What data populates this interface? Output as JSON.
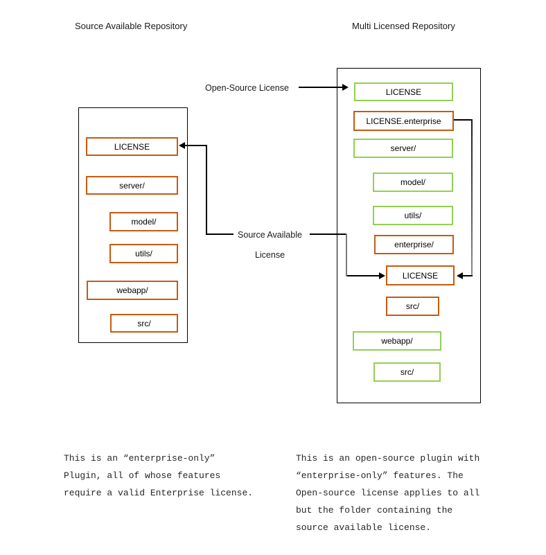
{
  "diagram": {
    "left_repo": {
      "title": "Source Available Repository",
      "items": [
        {
          "label": "LICENSE",
          "color": "orange"
        },
        {
          "label": "server/",
          "color": "orange"
        },
        {
          "label": "model/",
          "color": "orange"
        },
        {
          "label": "utils/",
          "color": "orange"
        },
        {
          "label": "webapp/",
          "color": "orange"
        },
        {
          "label": "src/",
          "color": "orange"
        }
      ],
      "note": "This is an “enterprise-only”\nPlugin, all of whose features\nrequire a valid Enterprise license."
    },
    "right_repo": {
      "title": "Multi Licensed Repository",
      "items": [
        {
          "label": "LICENSE",
          "color": "green"
        },
        {
          "label": "LICENSE.enterprise",
          "color": "orange"
        },
        {
          "label": "server/",
          "color": "green"
        },
        {
          "label": "model/",
          "color": "green"
        },
        {
          "label": "utils/",
          "color": "green"
        },
        {
          "label": "enterprise/",
          "color": "orange"
        },
        {
          "label": "LICENSE",
          "color": "orange"
        },
        {
          "label": "src/",
          "color": "orange"
        },
        {
          "label": "webapp/",
          "color": "green"
        },
        {
          "label": "src/",
          "color": "green"
        }
      ],
      "note": "This is an open-source plugin with\n“enterprise-only” features. The\nOpen-source license applies to all\nbut the folder containing the\nsource available license."
    },
    "arrow_labels": {
      "open_source": "Open-Source License",
      "source_available": "Source Available\nLicense"
    },
    "colors": {
      "orange_border": "#C55A11",
      "green_border": "#92D050",
      "outline": "#000000",
      "connector_gray": "#7F7F7F"
    }
  }
}
